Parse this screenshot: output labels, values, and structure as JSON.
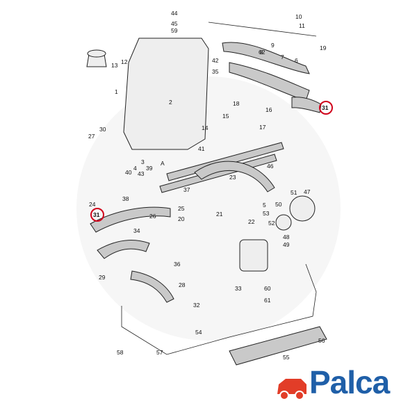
{
  "diagram": {
    "labels": [
      "1",
      "2",
      "3",
      "4",
      "5",
      "6",
      "7",
      "8",
      "9",
      "10",
      "11",
      "12",
      "13",
      "14",
      "15",
      "16",
      "17",
      "18",
      "19",
      "20",
      "21",
      "22",
      "23",
      "24",
      "25",
      "26",
      "27",
      "28",
      "29",
      "30",
      "31",
      "32",
      "33",
      "34",
      "35",
      "36",
      "37",
      "38",
      "39",
      "40",
      "41",
      "42",
      "43",
      "44",
      "45",
      "46",
      "47",
      "48",
      "49",
      "50",
      "51",
      "52",
      "53",
      "54",
      "55",
      "56",
      "57",
      "58",
      "59",
      "60",
      "61",
      "62",
      "A"
    ],
    "highlighted_label": "31"
  },
  "brand": {
    "name": "Palca",
    "primary_color": "#1f5fa8",
    "accent_color": "#e23d28"
  },
  "colors": {
    "highlight_circle": "#d0021b"
  }
}
